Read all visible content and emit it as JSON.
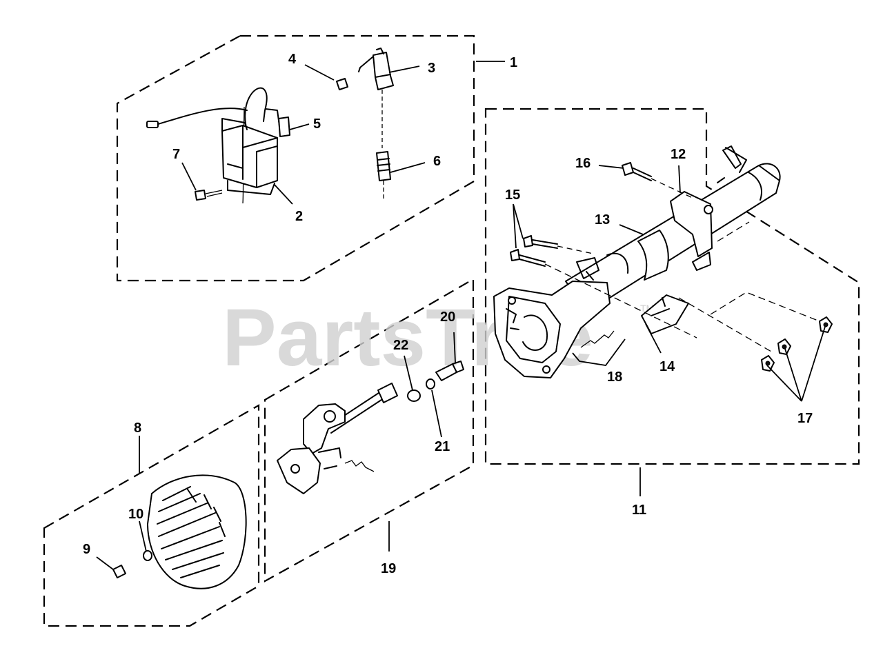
{
  "watermark": {
    "text": "PartsTree",
    "trademark": "TM"
  },
  "callouts": [
    {
      "id": "c1",
      "label": "1"
    },
    {
      "id": "c2",
      "label": "2"
    },
    {
      "id": "c3",
      "label": "3"
    },
    {
      "id": "c4",
      "label": "4"
    },
    {
      "id": "c5",
      "label": "5"
    },
    {
      "id": "c6",
      "label": "6"
    },
    {
      "id": "c7",
      "label": "7"
    },
    {
      "id": "c8",
      "label": "8"
    },
    {
      "id": "c9",
      "label": "9"
    },
    {
      "id": "c10",
      "label": "10"
    },
    {
      "id": "c11",
      "label": "11"
    },
    {
      "id": "c12",
      "label": "12"
    },
    {
      "id": "c13",
      "label": "13"
    },
    {
      "id": "c14",
      "label": "14"
    },
    {
      "id": "c15",
      "label": "15"
    },
    {
      "id": "c16",
      "label": "16"
    },
    {
      "id": "c17",
      "label": "17"
    },
    {
      "id": "c18",
      "label": "18"
    },
    {
      "id": "c19",
      "label": "19"
    },
    {
      "id": "c20",
      "label": "20"
    },
    {
      "id": "c21",
      "label": "21"
    },
    {
      "id": "c22",
      "label": "22"
    }
  ]
}
